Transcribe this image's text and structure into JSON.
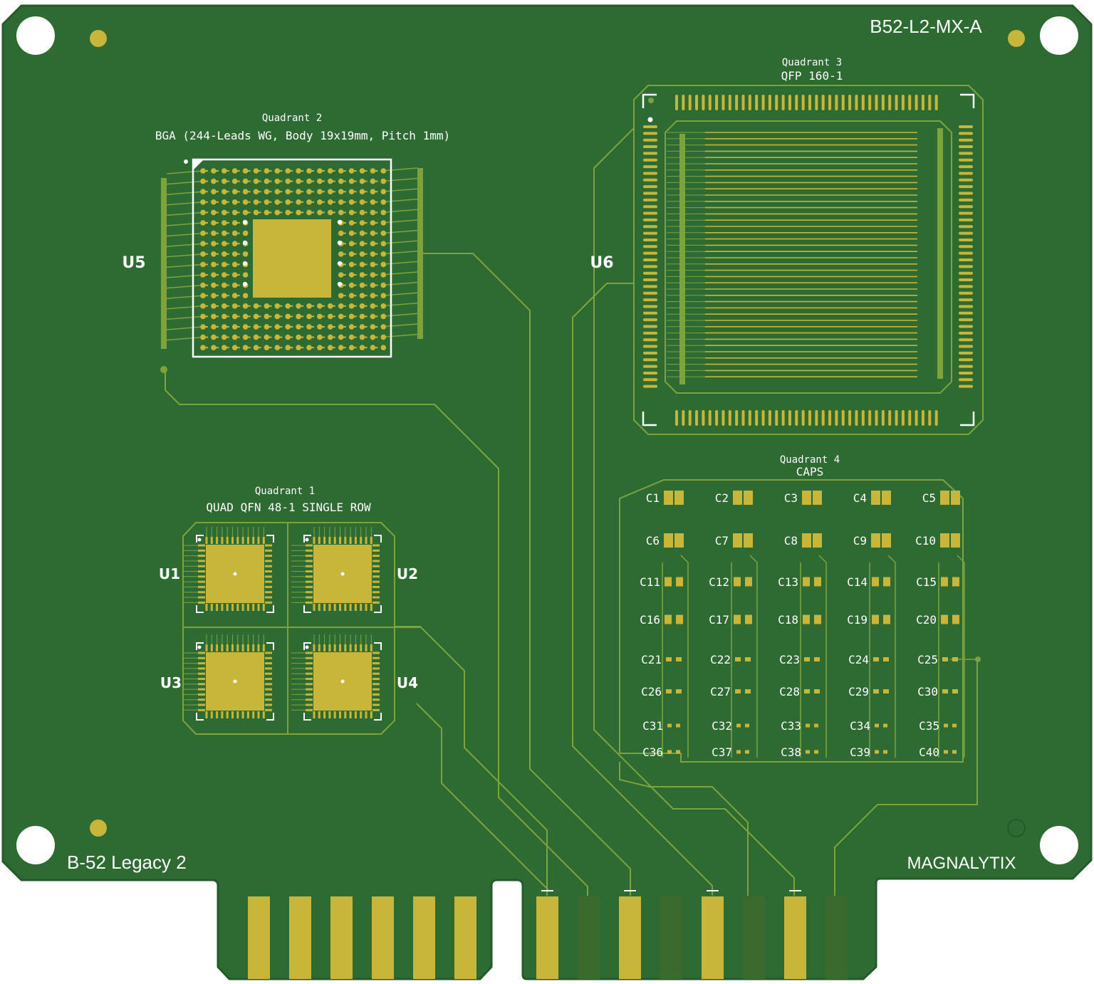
{
  "board": {
    "part_number": "B52-L2-MX-A",
    "name": "B-52 Legacy 2",
    "brand": "MAGNALYTIX"
  },
  "colors": {
    "board": "#2e6b33",
    "board_edge": "#245a29",
    "trace": "#7ea33c",
    "copper": "#c8b63a",
    "silkscreen": "#ffffff",
    "hole": "#ffffff",
    "finger_dark": "#3a6a2e"
  },
  "quadrant2": {
    "title": "Quadrant 2",
    "desc": "BGA (244-Leads WG, Body 19x19mm, Pitch 1mm)",
    "ref": "U5"
  },
  "quadrant3": {
    "title": "Quadrant 3",
    "desc": "QFP 160-1",
    "ref": "U6"
  },
  "quadrant1": {
    "title": "Quadrant 1",
    "desc": "QUAD QFN 48-1 SINGLE ROW",
    "refs": [
      "U1",
      "U2",
      "U3",
      "U4"
    ]
  },
  "quadrant4": {
    "title": "Quadrant 4",
    "desc": "CAPS",
    "caps": [
      "C1",
      "C2",
      "C3",
      "C4",
      "C5",
      "C6",
      "C7",
      "C8",
      "C9",
      "C10",
      "C11",
      "C12",
      "C13",
      "C14",
      "C15",
      "C16",
      "C17",
      "C18",
      "C19",
      "C20",
      "C21",
      "C22",
      "C23",
      "C24",
      "C25",
      "C26",
      "C27",
      "C28",
      "C29",
      "C30",
      "C31",
      "C32",
      "C33",
      "C34",
      "C35",
      "C36",
      "C37",
      "C38",
      "C39",
      "C40"
    ]
  },
  "connector": {
    "left_finger_count": 6,
    "right_finger_count": 8
  }
}
